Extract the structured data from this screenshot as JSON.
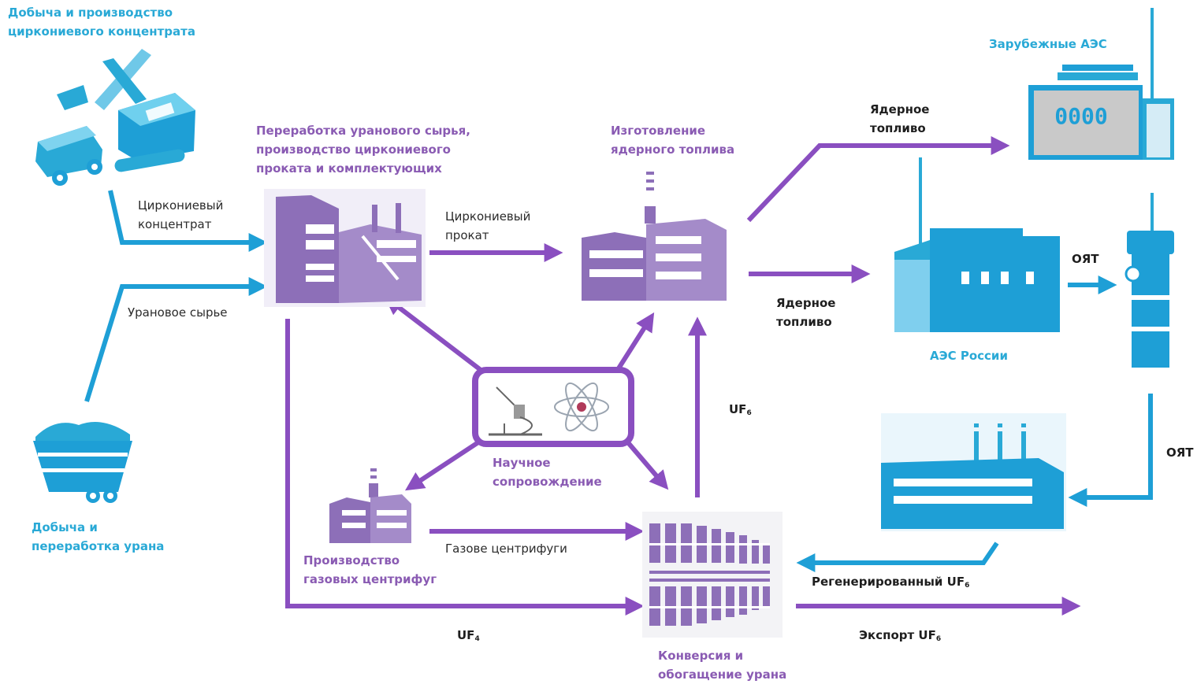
{
  "nodes": {
    "zirconium_mining": {
      "line1": "Добыча и производство",
      "line2": "циркониевого концентрата"
    },
    "processing": {
      "line1": "Переработка уранового сырья,",
      "line2": "производство циркониевого",
      "line3": "проката и комплектующих"
    },
    "fuel_fabrication": {
      "line1": "Изготовление",
      "line2": "ядерного топлива"
    },
    "foreign_npp": {
      "label": "Зарубежные АЭС"
    },
    "russian_npp": {
      "label": "АЭС России"
    },
    "uranium_mining": {
      "line1": "Добыча и",
      "line2": "переработка урана"
    },
    "science": {
      "line1": "Научное",
      "line2": "сопровождение"
    },
    "centrifuge_production": {
      "line1": "Производство",
      "line2": "газовых центрифуг"
    },
    "conversion": {
      "line1": "Конверсия и",
      "line2": "обогащение урана"
    }
  },
  "flows": {
    "zirconium_concentrate": {
      "line1": "Циркониевый",
      "line2": "концентрат"
    },
    "uranium_raw": {
      "label": "Урановое сырье"
    },
    "zirconium_rolled": {
      "line1": "Циркониевый",
      "line2": "прокат"
    },
    "nuclear_fuel_export": {
      "line1": "Ядерное",
      "line2": "топливо"
    },
    "nuclear_fuel_domestic": {
      "line1": "Ядерное",
      "line2": "топливо"
    },
    "snf_1": {
      "label": "ОЯТ"
    },
    "snf_2": {
      "label": "ОЯТ"
    },
    "uf6_up": {
      "text": "UF",
      "sub": "6"
    },
    "gas_centrifuges": {
      "label": "Газове центрифуги"
    },
    "regenerated_uf6": {
      "text": "Регенерированный UF",
      "sub": "6"
    },
    "uf4": {
      "text": "UF",
      "sub": "4"
    },
    "export_uf6": {
      "text": "Экспорт UF",
      "sub": "6"
    }
  },
  "npp_window_label": "0000",
  "colors": {
    "blue": "#1e9fd6",
    "purple": "#8a4fc0",
    "purple_fill": "#8d6fb8",
    "label_blue": "#29a9d6",
    "label_purple": "#8a5bb3"
  }
}
